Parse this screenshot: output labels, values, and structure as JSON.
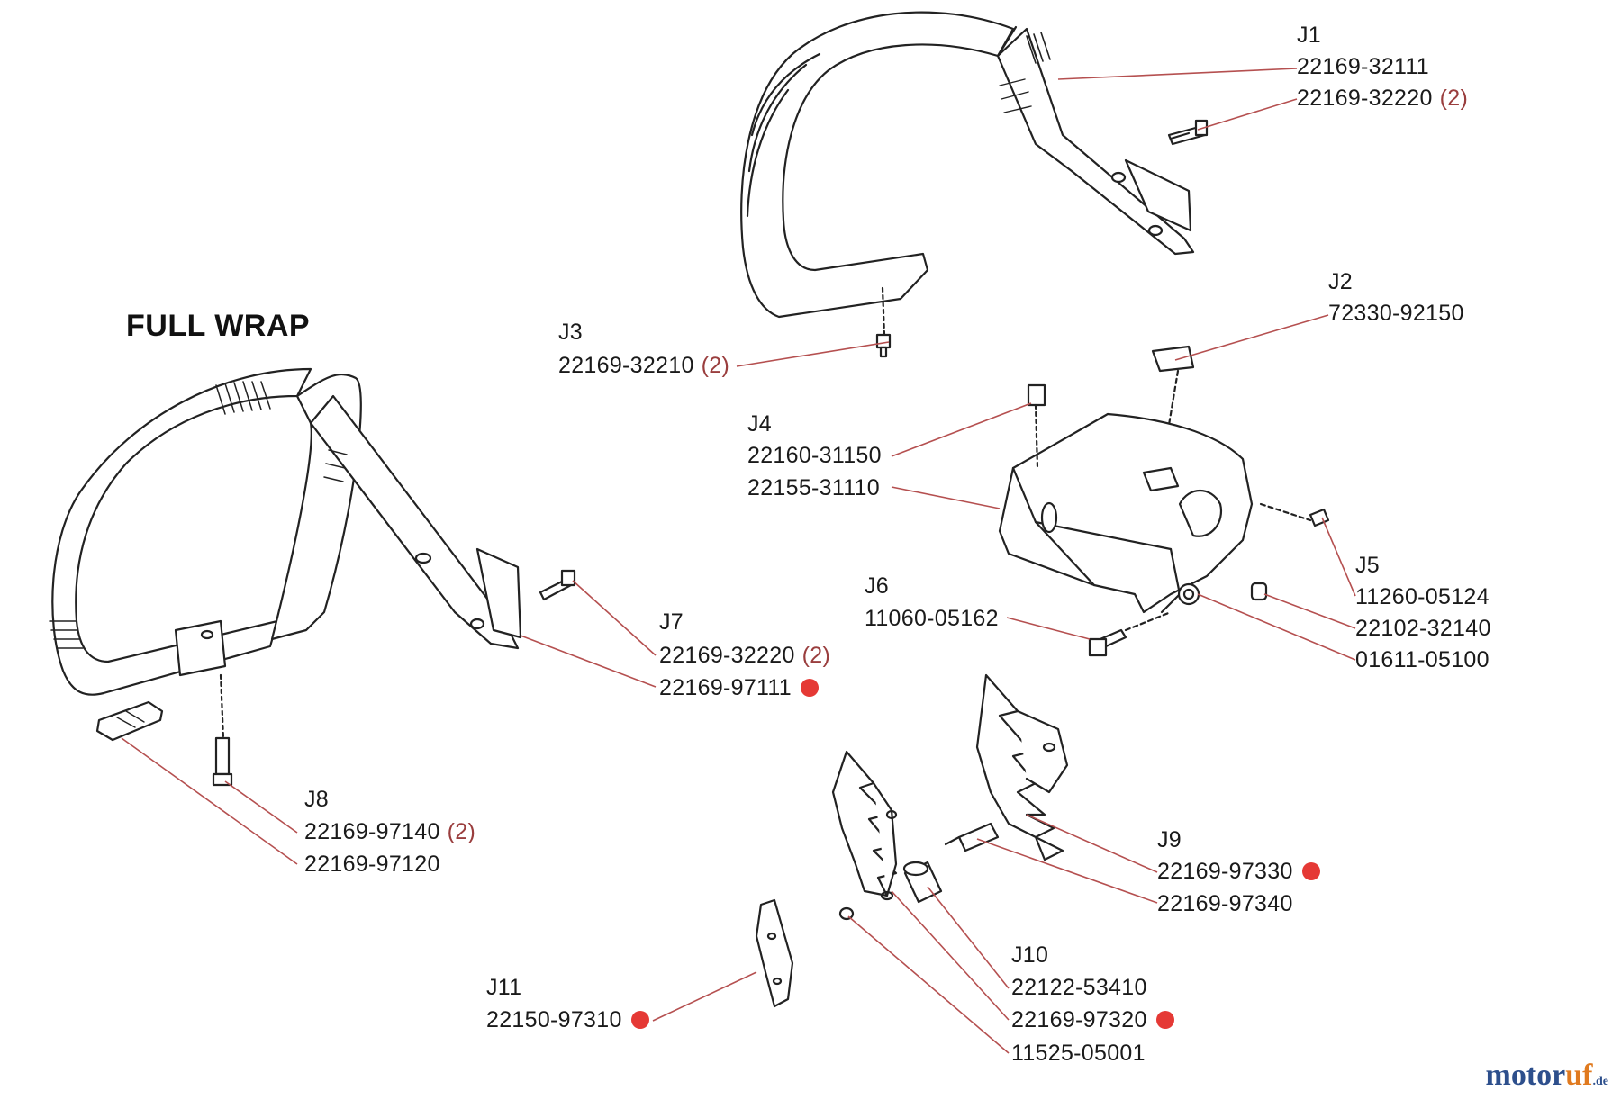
{
  "title": "FULL WRAP",
  "brand": {
    "text_a": "motor",
    "text_b": "uf",
    "text_c": ".de"
  },
  "colors": {
    "leader": "#b55050",
    "marker": "#e53935",
    "qty": "#9a3e3e",
    "ink": "#222222"
  },
  "groups": {
    "J1": {
      "ref": "J1",
      "parts": [
        {
          "no": "22169-32111",
          "qty": "",
          "marked": false
        },
        {
          "no": "22169-32220",
          "qty": "(2)",
          "marked": false
        }
      ]
    },
    "J2": {
      "ref": "J2",
      "parts": [
        {
          "no": "72330-92150",
          "qty": "",
          "marked": false
        }
      ]
    },
    "J3": {
      "ref": "J3",
      "parts": [
        {
          "no": "22169-32210",
          "qty": "(2)",
          "marked": false
        }
      ]
    },
    "J4": {
      "ref": "J4",
      "parts": [
        {
          "no": "22160-31150",
          "qty": "",
          "marked": false
        },
        {
          "no": "22155-31110",
          "qty": "",
          "marked": false
        }
      ]
    },
    "J5": {
      "ref": "J5",
      "parts": [
        {
          "no": "11260-05124",
          "qty": "",
          "marked": false
        },
        {
          "no": "22102-32140",
          "qty": "",
          "marked": false
        },
        {
          "no": "01611-05100",
          "qty": "",
          "marked": false
        }
      ]
    },
    "J6": {
      "ref": "J6",
      "parts": [
        {
          "no": "11060-05162",
          "qty": "",
          "marked": false
        }
      ]
    },
    "J7": {
      "ref": "J7",
      "parts": [
        {
          "no": "22169-32220",
          "qty": "(2)",
          "marked": false
        },
        {
          "no": "22169-97111",
          "qty": "",
          "marked": true
        }
      ]
    },
    "J8": {
      "ref": "J8",
      "parts": [
        {
          "no": "22169-97140",
          "qty": "(2)",
          "marked": false
        },
        {
          "no": "22169-97120",
          "qty": "",
          "marked": false
        }
      ]
    },
    "J9": {
      "ref": "J9",
      "parts": [
        {
          "no": "22169-97330",
          "qty": "",
          "marked": true
        },
        {
          "no": "22169-97340",
          "qty": "",
          "marked": false
        }
      ]
    },
    "J10": {
      "ref": "J10",
      "parts": [
        {
          "no": "22122-53410",
          "qty": "",
          "marked": false
        },
        {
          "no": "22169-97320",
          "qty": "",
          "marked": true
        },
        {
          "no": "11525-05001",
          "qty": "",
          "marked": false
        }
      ]
    },
    "J11": {
      "ref": "J11",
      "parts": [
        {
          "no": "22150-97310",
          "qty": "",
          "marked": true
        }
      ]
    }
  }
}
